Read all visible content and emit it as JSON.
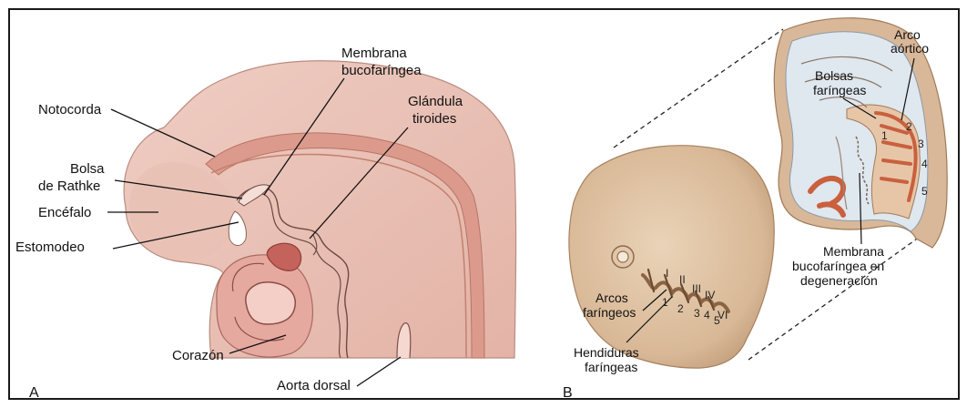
{
  "panel_a": {
    "tag": "A",
    "labels": {
      "notocorda": "Notocorda",
      "membrana_1": "Membrana",
      "membrana_2": "bucofaríngea",
      "glandula_1": "Glándula",
      "glandula_2": "tiroides",
      "bolsa_1": "Bolsa",
      "bolsa_2": "de Rathke",
      "encefalo": "Encéfalo",
      "estomodeo": "Estomodeo",
      "corazon": "Corazón",
      "aorta": "Aorta dorsal"
    }
  },
  "panel_b": {
    "tag": "B",
    "labels": {
      "arco_aortico_1": "Arco",
      "arco_aortico_2": "aórtico",
      "bolsas_1": "Bolsas",
      "bolsas_2": "faríngeas",
      "membrana_1": "Membrana",
      "membrana_2": "bucofaríngea en",
      "membrana_3": "degeneración",
      "arcos_1": "Arcos",
      "arcos_2": "faríngeos",
      "hendiduras_1": "Hendiduras",
      "hendiduras_2": "faríngeas"
    },
    "arch_numerals": [
      "I",
      "II",
      "III",
      "IV",
      "VI"
    ],
    "cleft_numbers": [
      "1",
      "2",
      "3",
      "4",
      "5"
    ],
    "pouch_numbers": [
      "1",
      "2",
      "3",
      "4",
      "5"
    ]
  },
  "colors": {
    "frame": "#1a1a1a",
    "embryo_pink": "#e9c0b5",
    "embryo_pink_dark": "#d99e90",
    "heart_red": "#c9706a",
    "embryo_tan": "#d9b999",
    "embryo_tan_dark": "#a9835e",
    "cavity_blue": "#dde6ee",
    "vessel_red": "#cf6a50"
  }
}
